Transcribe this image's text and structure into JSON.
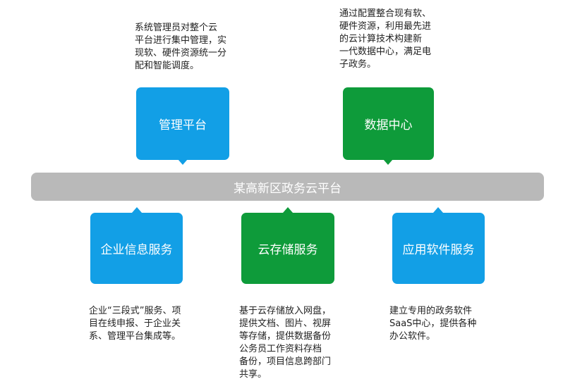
{
  "top": {
    "mgmt": {
      "label": "管理平台",
      "desc": "系统管理员对整个云\n平台进行集中管理，实\n现软、硬件资源统一分\n配和智能调度。"
    },
    "datacenter": {
      "label": "数据中心",
      "desc": "通过配置整合现有软、\n硬件资源，利用最先进\n的云计算技术构建新\n一代数据中心，满足电\n子政务。"
    }
  },
  "platform": {
    "label": "某高新区政务云平台"
  },
  "bottom": {
    "enterprise": {
      "label": "企业信息服务",
      "desc": "企业“三段式”服务、项\n目在线申报、于企业关\n系、管理平台集成等。"
    },
    "storage": {
      "label": "云存储服务",
      "desc": "基于云存储放入网盘，\n提供文档、图片、视屏\n等存储，提供数据备份\n公务员工作资料存档\n备份，项目信息跨部门\n共享。"
    },
    "software": {
      "label": "应用软件服务",
      "desc": "建立专用的政务软件\nSaaS中心，提供各种\n办公软件。"
    }
  },
  "colors": {
    "blue": "#129fe6",
    "green": "#0e9b3a",
    "bar": "#b9b9b9"
  }
}
